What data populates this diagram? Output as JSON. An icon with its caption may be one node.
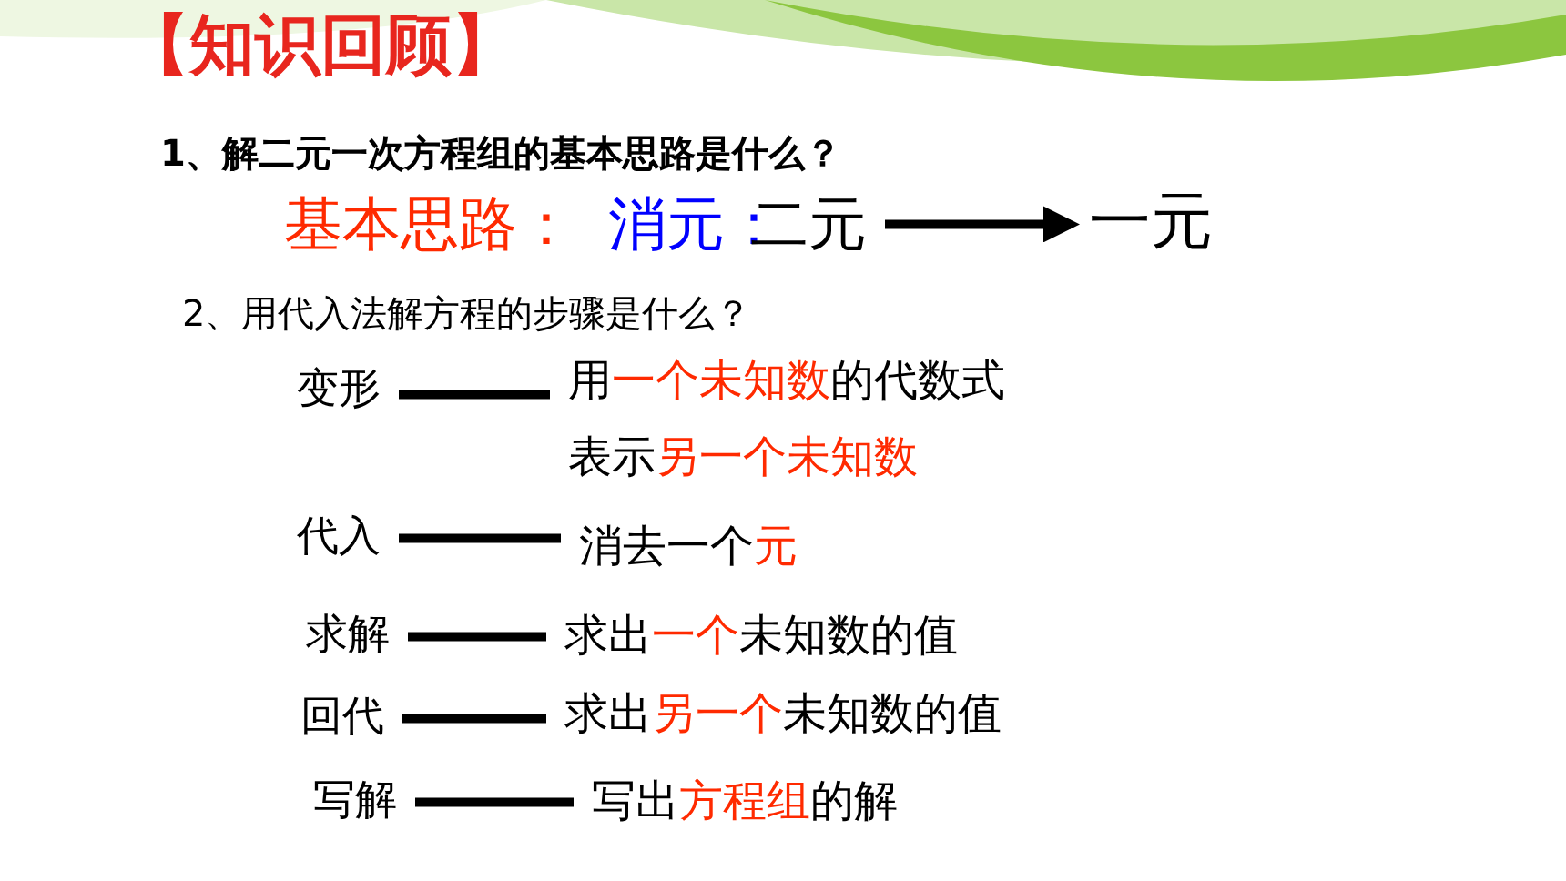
{
  "diagram": {
    "title": "【知识回顾】",
    "nodes": [
      {
        "text": [
          "二元"
        ]
      },
      {
        "text": [
          "一元"
        ]
      },
      {
        "text": [
          "变形"
        ]
      },
      {
        "text": [
          "用一个未知数的代数式表示另一个未知数"
        ]
      },
      {
        "text": [
          "代入"
        ]
      },
      {
        "text": [
          "消去一个元"
        ]
      },
      {
        "text": [
          "求解"
        ]
      },
      {
        "text": [
          "求出一个未知数的值"
        ]
      },
      {
        "text": [
          "回代"
        ]
      },
      {
        "text": [
          "求出另一个未知数的值"
        ]
      },
      {
        "text": [
          "写解"
        ]
      },
      {
        "text": [
          "写出方程组的解"
        ]
      }
    ],
    "edges": [
      {
        "from": 0,
        "to": 1,
        "arrow": "to"
      },
      {
        "from": 2,
        "to": 3,
        "arrow": "none"
      },
      {
        "from": 4,
        "to": 5,
        "arrow": "none"
      },
      {
        "from": 6,
        "to": 7,
        "arrow": "none"
      },
      {
        "from": 8,
        "to": 9,
        "arrow": "none"
      },
      {
        "from": 10,
        "to": 11,
        "arrow": "none"
      }
    ],
    "labels": [
      "1、解二元一次方程组的基本思路是什么？",
      "基本思路：",
      "消元：",
      "2、用代入法解方程的步骤是什么？"
    ]
  }
}
